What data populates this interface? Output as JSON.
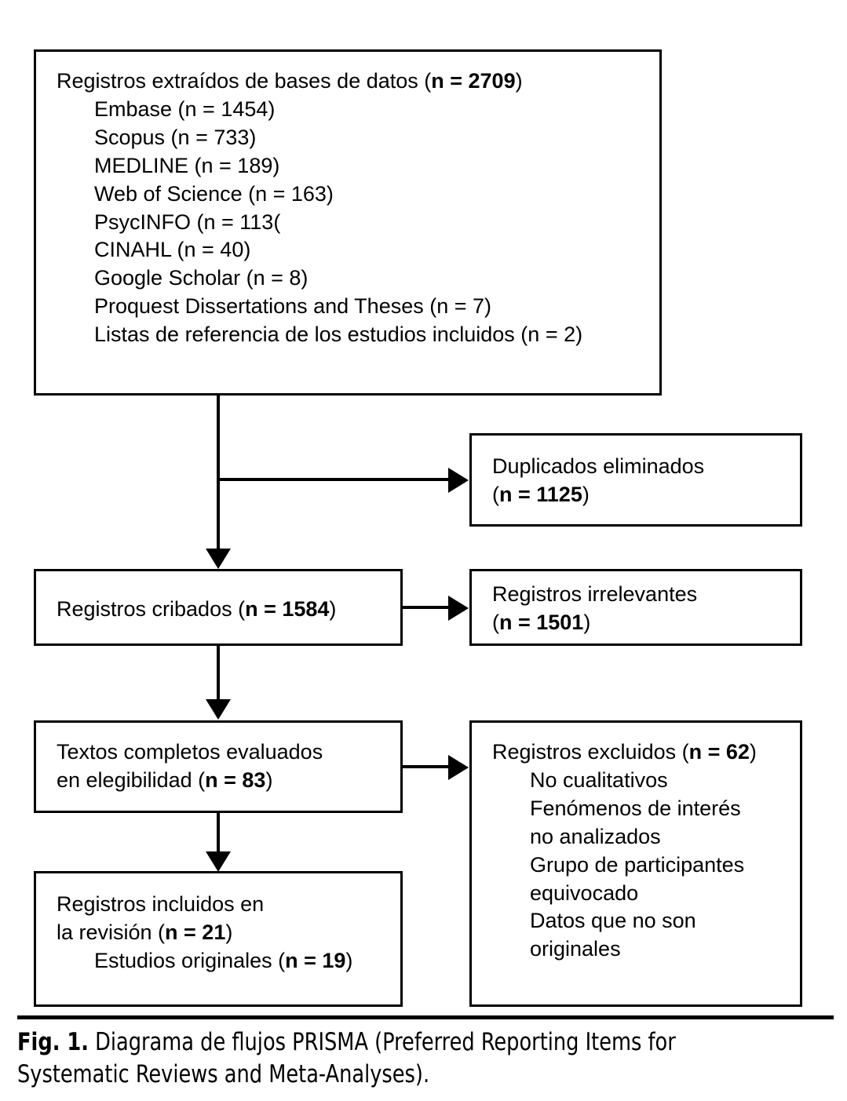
{
  "diagram": {
    "type": "prisma-flow-diagram",
    "boxes": {
      "sources": {
        "header": "Registros extraídos de bases de datos (",
        "header_bold": "n = 2709",
        "header_tail": ")",
        "items": [
          "Embase (n = 1454)",
          "Scopus (n = 733)",
          "MEDLINE (n = 189)",
          "Web of Science (n = 163)",
          "PsycINFO (n = 113(",
          "CINAHL (n = 40)",
          "Google Scholar (n = 8)",
          "Proquest Dissertations and Theses (n = 7)",
          "Listas de referencia de los estudios incluidos (n = 2)"
        ]
      },
      "duplicates": {
        "line1": "Duplicados eliminados",
        "line2_open": "(",
        "line2_bold": "n = 1125",
        "line2_close": ")"
      },
      "screened": {
        "text": "Registros cribados (",
        "bold": "n = 1584",
        "tail": ")"
      },
      "irrelevant": {
        "line1": "Registros irrelevantes",
        "line2_open": "(",
        "line2_bold": "n = 1501",
        "line2_close": ")"
      },
      "fulltext": {
        "line1": "Textos completos evaluados",
        "line2": "en elegibilidad (",
        "line2_bold": "n = 83",
        "line2_close": ")"
      },
      "excluded": {
        "header": "Registros excluidos (",
        "header_bold": "n = 62",
        "header_tail": ")",
        "reasons": [
          "No cualitativos",
          "Fenómenos de interés",
          "no analizados",
          "Grupo de participantes",
          "equivocado",
          "Datos que no son",
          "originales"
        ]
      },
      "included": {
        "line1": "Registros incluidos en",
        "line2": "la revisión (",
        "line2_bold": "n = 21",
        "line2_close": ")",
        "line3": "Estudios originales (",
        "line3_bold": "n = 19",
        "line3_close": ")"
      }
    }
  },
  "caption": {
    "label": "Fig. 1.",
    "text": " Diagrama de flujos PRISMA (Preferred Reporting Items for Systematic Reviews and Meta-Analyses)."
  },
  "chart_data": {
    "type": "diagram",
    "title": "Diagrama de flujos PRISMA",
    "nodes": [
      {
        "id": "sources",
        "label": "Registros extraídos de bases de datos",
        "n": 2709
      },
      {
        "id": "duplicates",
        "label": "Duplicados eliminados",
        "n": 1125
      },
      {
        "id": "screened",
        "label": "Registros cribados",
        "n": 1584
      },
      {
        "id": "irrelevant",
        "label": "Registros irrelevantes",
        "n": 1501
      },
      {
        "id": "fulltext",
        "label": "Textos completos evaluados en elegibilidad",
        "n": 83
      },
      {
        "id": "excluded",
        "label": "Registros excluidos",
        "n": 62
      },
      {
        "id": "included",
        "label": "Registros incluidos en la revisión",
        "n": 21
      },
      {
        "id": "originals",
        "label": "Estudios originales",
        "n": 19
      }
    ],
    "source_breakdown": [
      {
        "source": "Embase",
        "n": 1454
      },
      {
        "source": "Scopus",
        "n": 733
      },
      {
        "source": "MEDLINE",
        "n": 189
      },
      {
        "source": "Web of Science",
        "n": 163
      },
      {
        "source": "PsycINFO",
        "n": 113
      },
      {
        "source": "CINAHL",
        "n": 40
      },
      {
        "source": "Google Scholar",
        "n": 8
      },
      {
        "source": "Proquest Dissertations and Theses",
        "n": 7
      },
      {
        "source": "Listas de referencia de los estudios incluidos",
        "n": 2
      }
    ],
    "exclusion_reasons": [
      "No cualitativos",
      "Fenómenos de interés no analizados",
      "Grupo de participantes equivocado",
      "Datos que no son originales"
    ],
    "edges": [
      {
        "from": "sources",
        "to": "duplicates"
      },
      {
        "from": "sources",
        "to": "screened"
      },
      {
        "from": "screened",
        "to": "irrelevant"
      },
      {
        "from": "screened",
        "to": "fulltext"
      },
      {
        "from": "fulltext",
        "to": "excluded"
      },
      {
        "from": "fulltext",
        "to": "included"
      }
    ]
  }
}
